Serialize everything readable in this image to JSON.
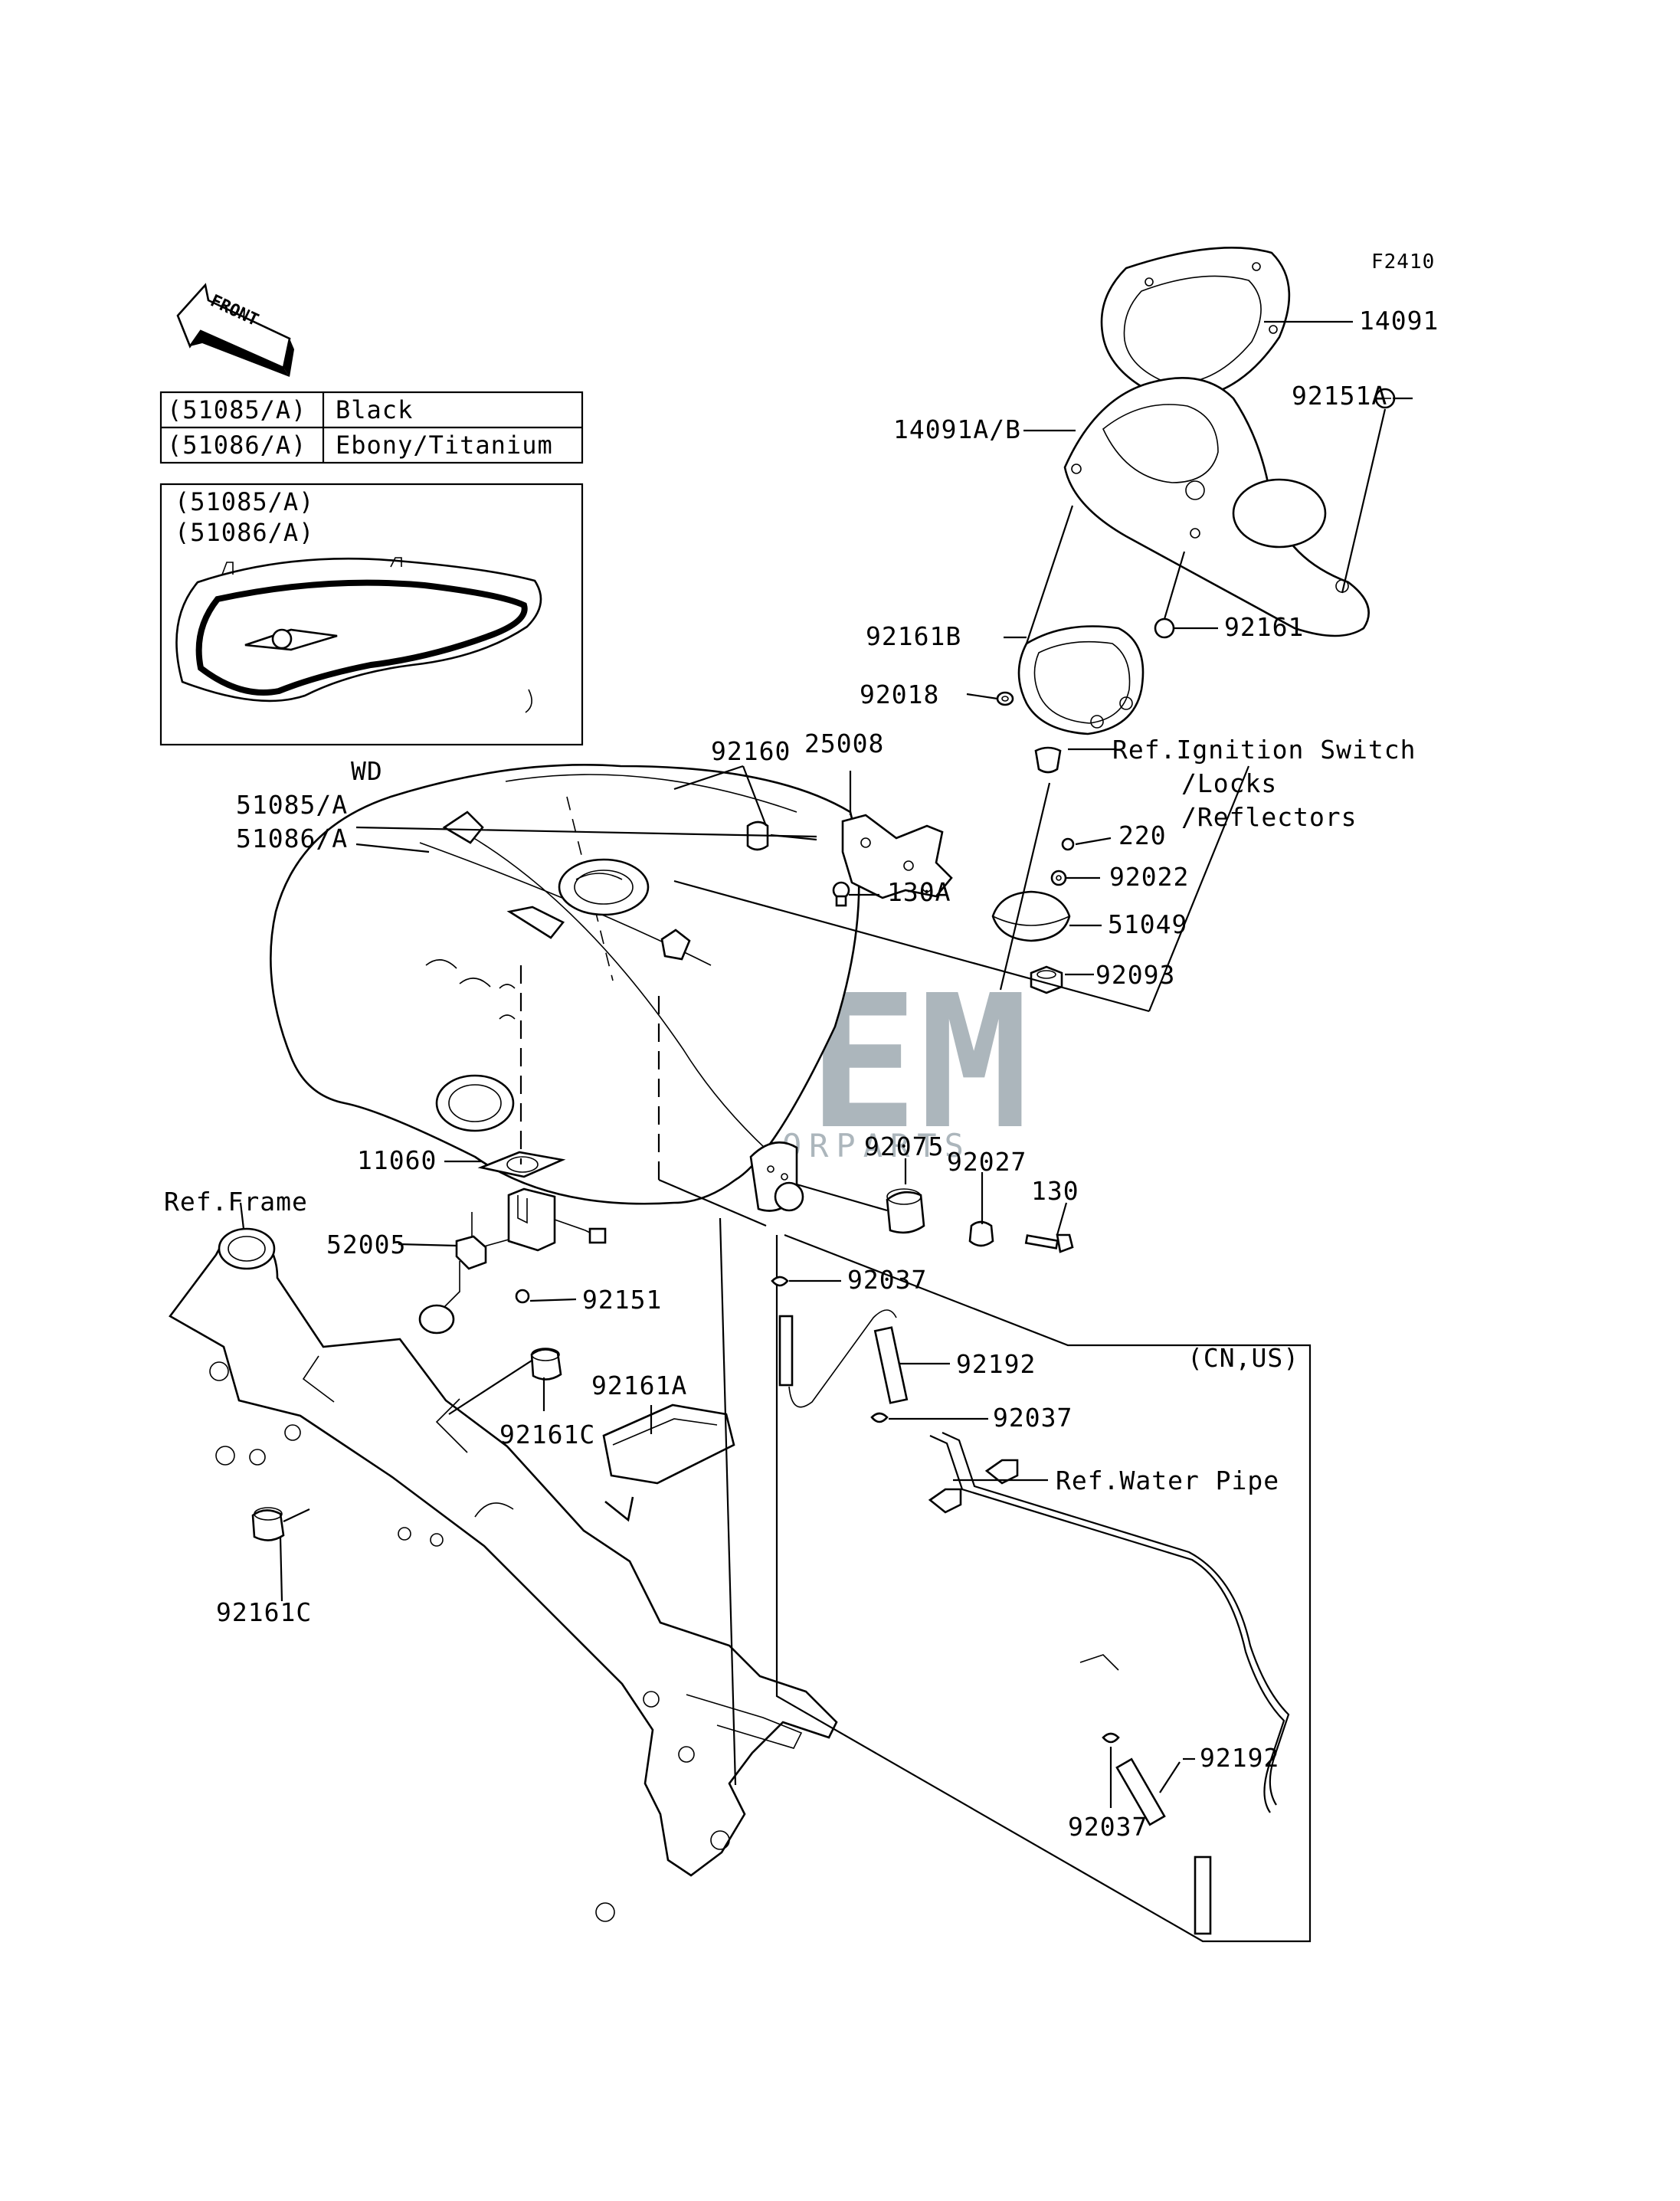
{
  "diagram": {
    "code": "F2410",
    "front_label": "FRONT",
    "variant_label": "WD",
    "watermark_text": "OEM",
    "watermark_sub": "MOTORPARTS",
    "watermark_color": "#4aa3df"
  },
  "color_table": {
    "rows": [
      {
        "part": "(51085/A)",
        "color": "Black"
      },
      {
        "part": "(51086/A)",
        "color": "Ebony/Titanium"
      }
    ]
  },
  "inset": {
    "line1": "(51085/A)",
    "line2": "(51086/A)"
  },
  "labels": {
    "p14091": "14091",
    "p92151A": "92151A",
    "p14091AB": "14091A/B",
    "p92161": "92161",
    "p92161B": "92161B",
    "p92018": "92018",
    "ref_ignition_1": "Ref.Ignition Switch",
    "ref_ignition_2": "/Locks",
    "ref_ignition_3": "/Reflectors",
    "p92160": "92160",
    "p25008": "25008",
    "p51085A": "51085/A",
    "p51086A": "51086/A",
    "p130A": "130A",
    "p220": "220",
    "p92022": "92022",
    "p51049": "51049",
    "p92093": "92093",
    "p92075": "92075",
    "p92027": "92027",
    "p130": "130",
    "p11060": "11060",
    "ref_frame": "Ref.Frame",
    "p52005": "52005",
    "p92151": "92151",
    "p92037_a": "92037",
    "region_cn_us": "(CN,US)",
    "p92192_a": "92192",
    "p92037_b": "92037",
    "p92161A": "92161A",
    "p92161C_a": "92161C",
    "ref_water_pipe": "Ref.Water Pipe",
    "p92161C_b": "92161C",
    "p92192_b": "92192",
    "p92037_c": "92037"
  }
}
